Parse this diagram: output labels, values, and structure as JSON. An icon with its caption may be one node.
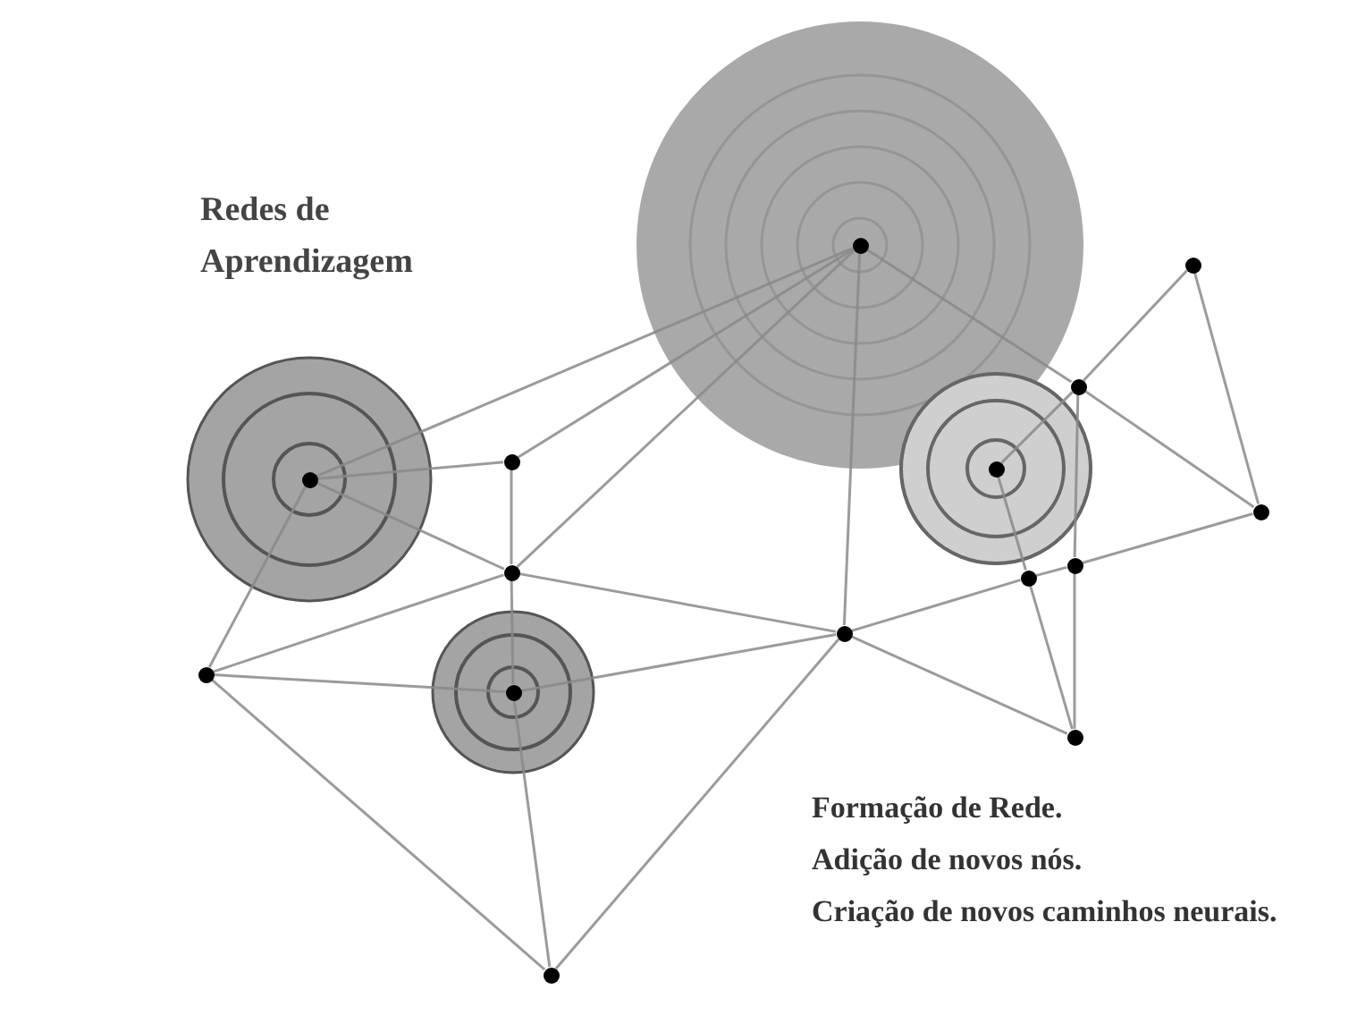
{
  "diagram": {
    "nodes": [
      {
        "text": [],
        "shape": "circle"
      },
      {
        "text": [],
        "shape": "circle"
      },
      {
        "text": [],
        "shape": "circle"
      },
      {
        "text": [],
        "shape": "circle"
      },
      {
        "text": [],
        "shape": "circle"
      },
      {
        "text": [],
        "shape": "circle"
      },
      {
        "text": [],
        "shape": "circle"
      },
      {
        "text": [],
        "shape": "circle"
      },
      {
        "text": [],
        "shape": "circle"
      },
      {
        "text": [],
        "shape": "circle"
      },
      {
        "text": [],
        "shape": "circle"
      },
      {
        "text": [],
        "shape": "circle"
      },
      {
        "text": [],
        "shape": "circle"
      },
      {
        "text": [],
        "shape": "circle"
      },
      {
        "text": [],
        "shape": "circle"
      }
    ],
    "edges": [
      {
        "from": 0,
        "to": 1,
        "arrow": "none"
      },
      {
        "from": 0,
        "to": 2,
        "arrow": "none"
      },
      {
        "from": 0,
        "to": 3,
        "arrow": "none"
      },
      {
        "from": 0,
        "to": 6,
        "arrow": "none"
      },
      {
        "from": 0,
        "to": 9,
        "arrow": "none"
      },
      {
        "from": 9,
        "to": 11,
        "arrow": "none"
      },
      {
        "from": 1,
        "to": 2,
        "arrow": "none"
      },
      {
        "from": 1,
        "to": 3,
        "arrow": "none"
      },
      {
        "from": 1,
        "to": 4,
        "arrow": "none"
      },
      {
        "from": 2,
        "to": 3,
        "arrow": "none"
      },
      {
        "from": 3,
        "to": 4,
        "arrow": "none"
      },
      {
        "from": 3,
        "to": 6,
        "arrow": "none"
      },
      {
        "from": 3,
        "to": 5,
        "arrow": "none"
      },
      {
        "from": 4,
        "to": 5,
        "arrow": "none"
      },
      {
        "from": 4,
        "to": 7,
        "arrow": "none"
      },
      {
        "from": 5,
        "to": 7,
        "arrow": "none"
      },
      {
        "from": 5,
        "to": 6,
        "arrow": "none"
      },
      {
        "from": 6,
        "to": 7,
        "arrow": "none"
      },
      {
        "from": 6,
        "to": 13,
        "arrow": "none"
      },
      {
        "from": 13,
        "to": 12,
        "arrow": "none"
      },
      {
        "from": 12,
        "to": 11,
        "arrow": "none"
      },
      {
        "from": 6,
        "to": 14,
        "arrow": "none"
      },
      {
        "from": 8,
        "to": 13,
        "arrow": "none"
      },
      {
        "from": 13,
        "to": 14,
        "arrow": "none"
      },
      {
        "from": 8,
        "to": 9,
        "arrow": "none"
      },
      {
        "from": 9,
        "to": 12,
        "arrow": "none"
      },
      {
        "from": 12,
        "to": 14,
        "arrow": "none"
      },
      {
        "from": 9,
        "to": 10,
        "arrow": "none"
      },
      {
        "from": 10,
        "to": 11,
        "arrow": "none"
      }
    ],
    "labels": [
      "Redes de Aprendizagem",
      "Formação de Rede.",
      "Adição de novos nós.",
      "Criação de novos caminhos neurais."
    ]
  }
}
